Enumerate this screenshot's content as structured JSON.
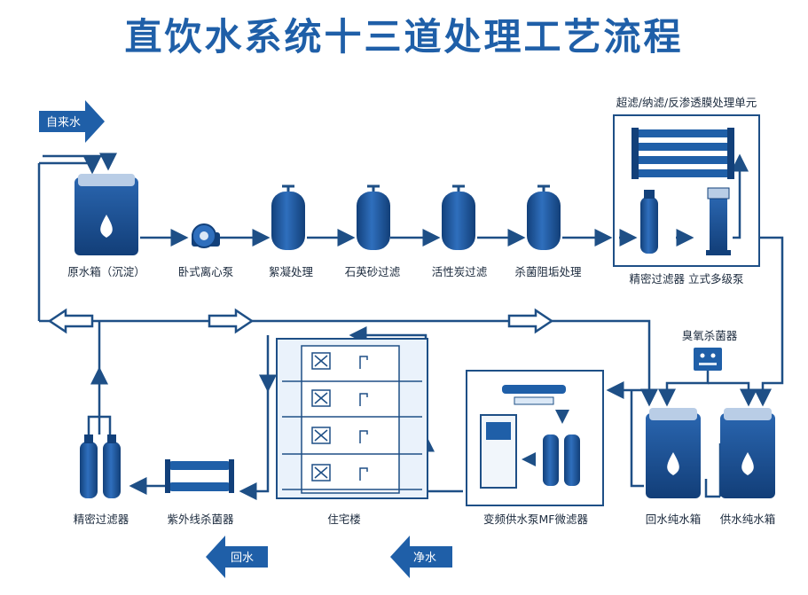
{
  "title": "直饮水系统十三道处理工艺流程",
  "colors": {
    "primary": "#1f5fa8",
    "line": "#1e4f86",
    "dark": "#17417a",
    "light": "#dbe8f6"
  },
  "arrows": {
    "tap_water": "自来水",
    "return_water": "回水",
    "clean_water": "净水"
  },
  "membrane_unit_title": "超滤/纳滤/反渗透膜处理单元",
  "labels": {
    "raw_tank": "原水箱（沉淀）",
    "pump": "卧式离心泵",
    "coagulation": "絮凝处理",
    "quartz": "石英砂过滤",
    "carbon": "活性炭过滤",
    "antiscale": "杀菌阻垢处理",
    "precision_pump": "精密过滤器 立式多级泵",
    "ozone": "臭氧杀菌器",
    "return_tank": "回水纯水箱",
    "supply_tank": "供水纯水箱",
    "supply_pump": "变频供水泵MF微滤器",
    "building": "住宅楼",
    "uv": "紫外线杀菌器",
    "filter2": "精密过滤器"
  }
}
